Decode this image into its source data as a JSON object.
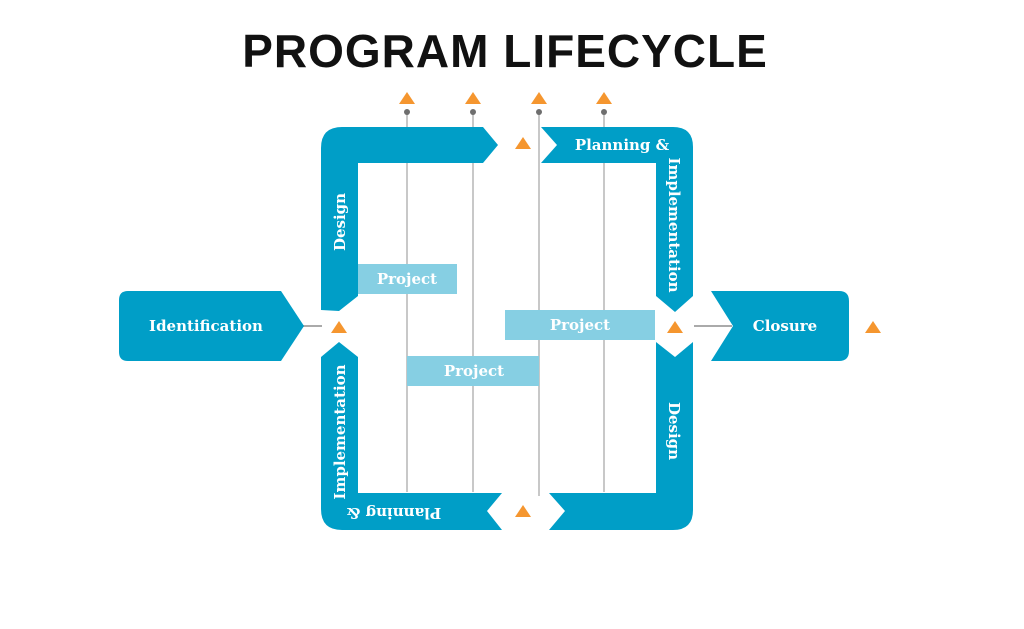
{
  "title": "PROGRAM LIFECYCLE",
  "colors": {
    "primary": "#009ec7",
    "project": "#86cfe3",
    "milestone": "#f5962f",
    "gridline": "#c8c8c8",
    "dot": "#6e6e6e",
    "text": "#ffffff"
  },
  "stages": {
    "identification": "Identification",
    "closure": "Closure",
    "top_design": "Design",
    "top_planning_line1": "Planning &",
    "top_planning_line2": "Implementation",
    "bottom_design": "Design",
    "bottom_planning_line1": "Planning &",
    "bottom_planning_line2": "Implementation"
  },
  "projects": [
    {
      "label": "Project"
    },
    {
      "label": "Project"
    },
    {
      "label": "Project"
    }
  ]
}
